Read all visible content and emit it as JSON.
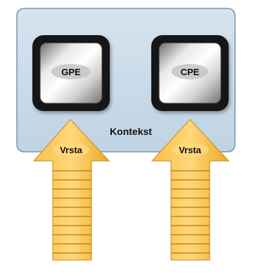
{
  "context": {
    "label": "Kontekst",
    "fill_color": "#c7d9e8",
    "stroke_color": "#7b91a8"
  },
  "engines": [
    {
      "id": "gpe",
      "label": "GPE"
    },
    {
      "id": "cpe",
      "label": "CPE"
    }
  ],
  "queues": [
    {
      "id": "queue-left",
      "label": "Vrsta"
    },
    {
      "id": "queue-right",
      "label": "Vrsta"
    }
  ],
  "colors": {
    "engine_frame": "#141414",
    "arrow_fill": "#f4b63a",
    "arrow_stroke": "#c98a12"
  }
}
